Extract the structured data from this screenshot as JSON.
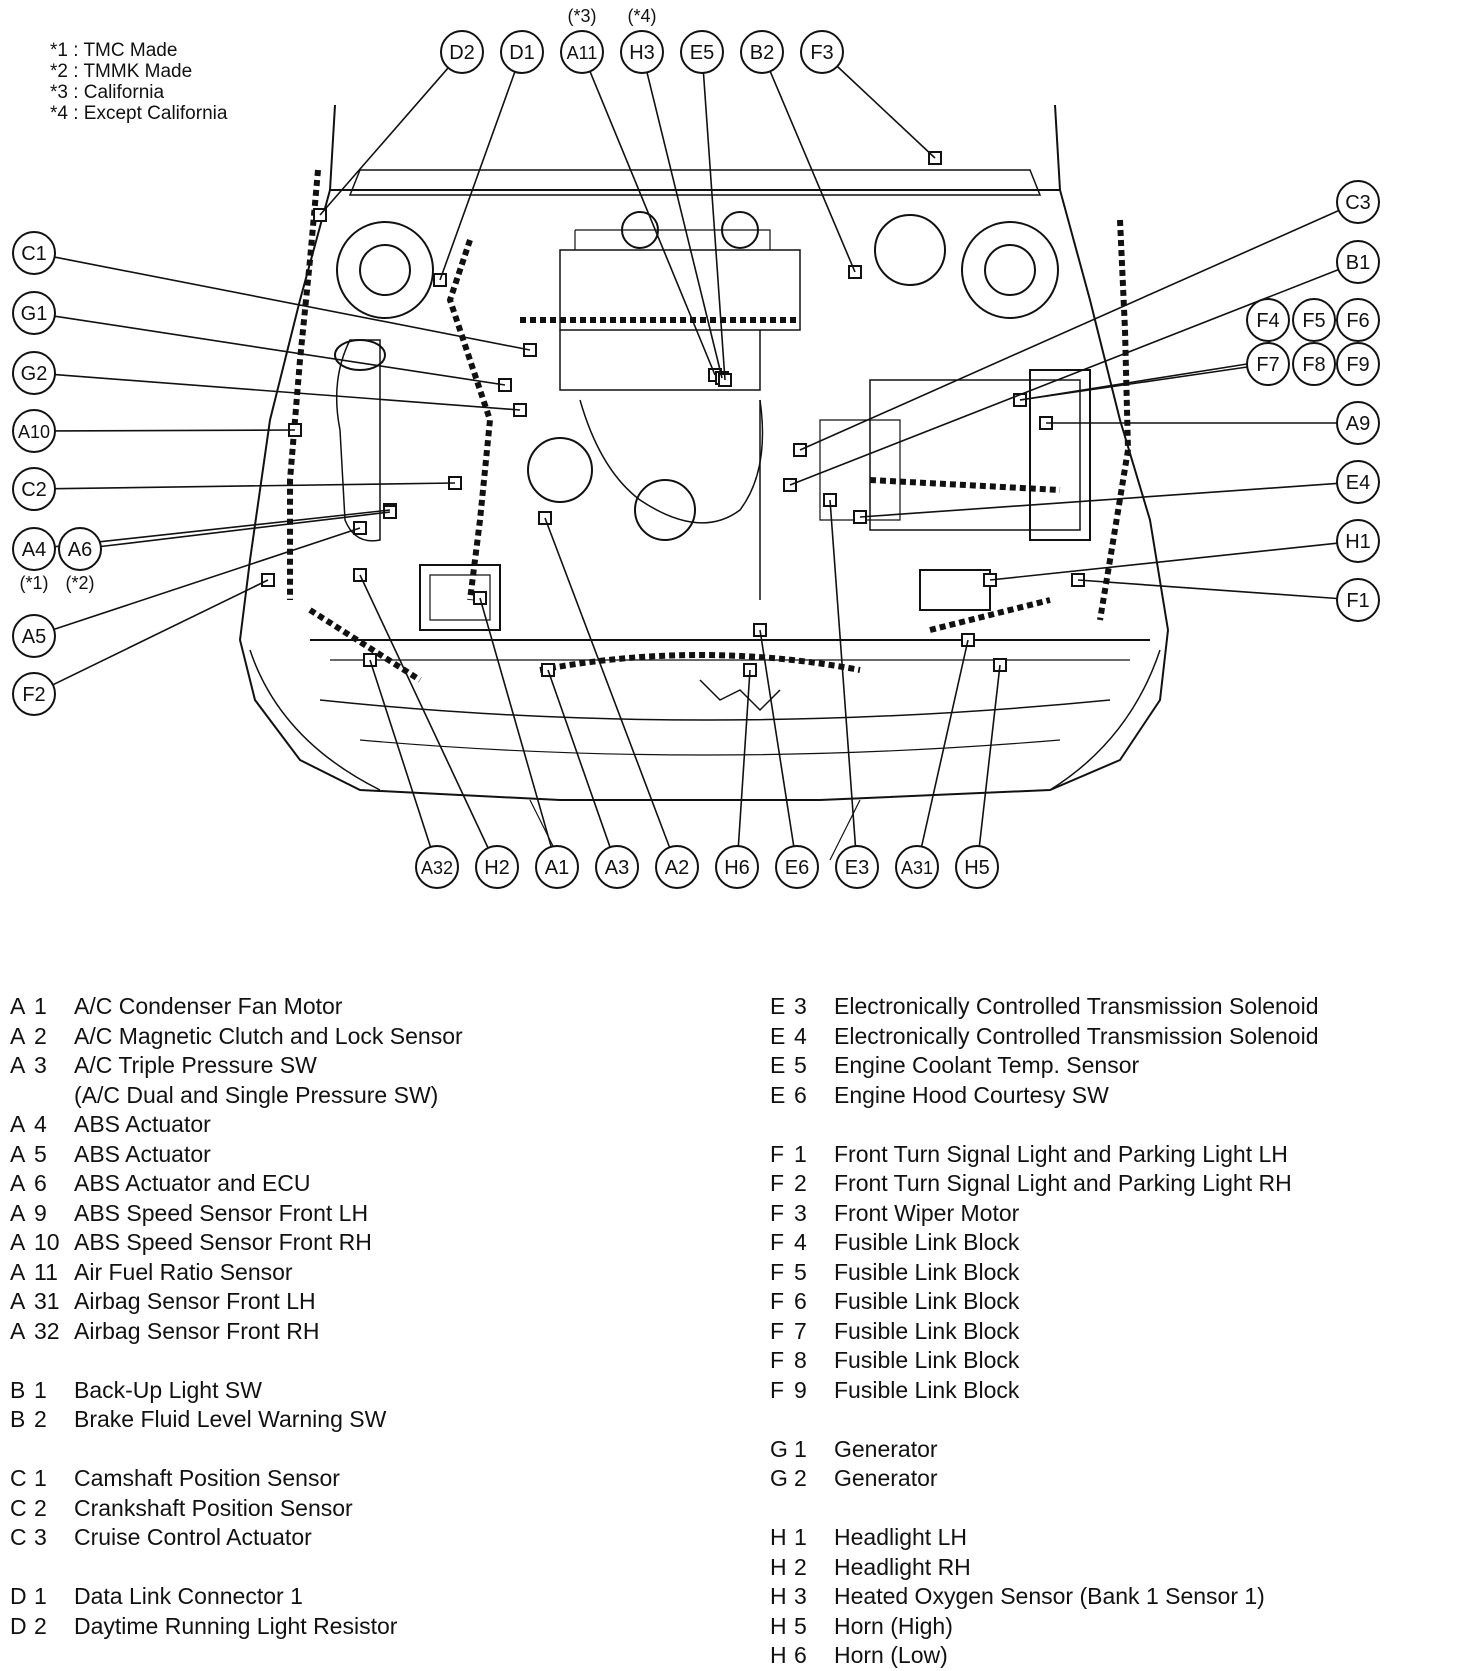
{
  "notes": [
    "*1 : TMC Made",
    "*2 : TMMK Made",
    "*3 : California",
    "*4 : Except California"
  ],
  "callouts": {
    "D2": "D2",
    "D1": "D1",
    "A11": "A11",
    "H3": "H3",
    "E5": "E5",
    "B2": "B2",
    "F3": "F3",
    "C1": "C1",
    "G1": "G1",
    "G2": "G2",
    "A10": "A10",
    "C2": "C2",
    "A4": "A4",
    "A6": "A6",
    "A5": "A5",
    "F2": "F2",
    "C3": "C3",
    "B1": "B1",
    "F4": "F4",
    "F5": "F5",
    "F6": "F6",
    "F7": "F7",
    "F8": "F8",
    "F9": "F9",
    "A9": "A9",
    "E4": "E4",
    "H1": "H1",
    "F1": "F1",
    "A32": "A32",
    "H2": "H2",
    "A1": "A1",
    "A3": "A3",
    "A2": "A2",
    "H6": "H6",
    "E6": "E6",
    "E3": "E3",
    "A31": "A31",
    "H5": "H5"
  },
  "callout_notes": {
    "A11": "(*3)",
    "H3": "(*4)",
    "A4": "(*1)",
    "A6": "(*2)"
  },
  "legend_left": [
    {
      "letter": "A",
      "num": "1",
      "text": "A/C Condenser Fan Motor"
    },
    {
      "letter": "A",
      "num": "2",
      "text": "A/C Magnetic Clutch and Lock Sensor"
    },
    {
      "letter": "A",
      "num": "3",
      "text": "A/C Triple Pressure SW"
    },
    {
      "letter": "",
      "num": "",
      "text": "(A/C Dual and Single Pressure SW)"
    },
    {
      "letter": "A",
      "num": "4",
      "text": "ABS Actuator"
    },
    {
      "letter": "A",
      "num": "5",
      "text": "ABS Actuator"
    },
    {
      "letter": "A",
      "num": "6",
      "text": "ABS Actuator and ECU"
    },
    {
      "letter": "A",
      "num": "9",
      "text": "ABS Speed Sensor Front LH"
    },
    {
      "letter": "A",
      "num": "10",
      "text": "ABS Speed Sensor Front RH"
    },
    {
      "letter": "A",
      "num": "11",
      "text": "Air Fuel Ratio Sensor"
    },
    {
      "letter": "A",
      "num": "31",
      "text": "Airbag Sensor Front LH"
    },
    {
      "letter": "A",
      "num": "32",
      "text": "Airbag Sensor Front RH"
    },
    {
      "gap": true
    },
    {
      "letter": "B",
      "num": "1",
      "text": "Back-Up Light SW"
    },
    {
      "letter": "B",
      "num": "2",
      "text": "Brake Fluid Level Warning SW"
    },
    {
      "gap": true
    },
    {
      "letter": "C",
      "num": "1",
      "text": "Camshaft Position Sensor"
    },
    {
      "letter": "C",
      "num": "2",
      "text": "Crankshaft Position Sensor"
    },
    {
      "letter": "C",
      "num": "3",
      "text": "Cruise Control Actuator"
    },
    {
      "gap": true
    },
    {
      "letter": "D",
      "num": "1",
      "text": "Data Link Connector 1"
    },
    {
      "letter": "D",
      "num": "2",
      "text": "Daytime Running Light Resistor"
    }
  ],
  "legend_right": [
    {
      "letter": "E",
      "num": "3",
      "text": "Electronically Controlled Transmission Solenoid"
    },
    {
      "letter": "E",
      "num": "4",
      "text": "Electronically Controlled Transmission Solenoid"
    },
    {
      "letter": "E",
      "num": "5",
      "text": "Engine Coolant Temp. Sensor"
    },
    {
      "letter": "E",
      "num": "6",
      "text": "Engine Hood Courtesy SW"
    },
    {
      "gap": true
    },
    {
      "letter": "F",
      "num": "1",
      "text": "Front Turn Signal Light and Parking Light LH"
    },
    {
      "letter": "F",
      "num": "2",
      "text": "Front Turn Signal Light and Parking Light RH"
    },
    {
      "letter": "F",
      "num": "3",
      "text": "Front Wiper Motor"
    },
    {
      "letter": "F",
      "num": "4",
      "text": "Fusible Link Block"
    },
    {
      "letter": "F",
      "num": "5",
      "text": "Fusible Link Block"
    },
    {
      "letter": "F",
      "num": "6",
      "text": "Fusible Link Block"
    },
    {
      "letter": "F",
      "num": "7",
      "text": "Fusible Link Block"
    },
    {
      "letter": "F",
      "num": "8",
      "text": "Fusible Link Block"
    },
    {
      "letter": "F",
      "num": "9",
      "text": "Fusible Link Block"
    },
    {
      "gap": true
    },
    {
      "letter": "G",
      "num": "1",
      "text": "Generator"
    },
    {
      "letter": "G",
      "num": "2",
      "text": "Generator"
    },
    {
      "gap": true
    },
    {
      "letter": "H",
      "num": "1",
      "text": "Headlight LH"
    },
    {
      "letter": "H",
      "num": "2",
      "text": "Headlight RH"
    },
    {
      "letter": "H",
      "num": "3",
      "text": "Heated Oxygen Sensor (Bank 1 Sensor 1)"
    },
    {
      "letter": "H",
      "num": "5",
      "text": "Horn (High)"
    },
    {
      "letter": "H",
      "num": "6",
      "text": "Horn (Low)"
    }
  ],
  "colors": {
    "ink": "#111111",
    "paper": "#ffffff"
  }
}
